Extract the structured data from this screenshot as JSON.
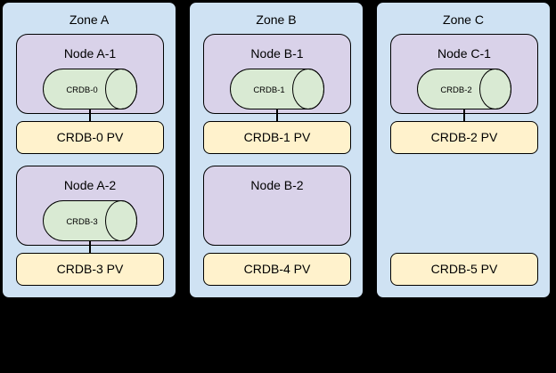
{
  "diagram": {
    "background": "#000000",
    "colors": {
      "zone_fill": "#cfe2f3",
      "node_fill": "#d9d2e9",
      "pod_fill": "#d9ead3",
      "pv_fill": "#fff2cc",
      "border": "#000000"
    }
  },
  "zones": [
    {
      "label": "Zone A",
      "nodes": [
        {
          "label": "Node A-1",
          "pod": "CRDB-0"
        },
        {
          "label": "Node A-2",
          "pod": "CRDB-3"
        }
      ],
      "pvs": [
        {
          "label": "CRDB-0 PV"
        },
        {
          "label": "CRDB-3 PV"
        }
      ]
    },
    {
      "label": "Zone B",
      "nodes": [
        {
          "label": "Node B-1",
          "pod": "CRDB-1"
        },
        {
          "label": "Node B-2"
        }
      ],
      "pvs": [
        {
          "label": "CRDB-1 PV"
        },
        {
          "label": "CRDB-4 PV"
        }
      ]
    },
    {
      "label": "Zone C",
      "nodes": [
        {
          "label": "Node C-1",
          "pod": "CRDB-2"
        }
      ],
      "pvs": [
        {
          "label": "CRDB-2 PV"
        },
        {
          "label": "CRDB-5 PV"
        }
      ]
    }
  ]
}
